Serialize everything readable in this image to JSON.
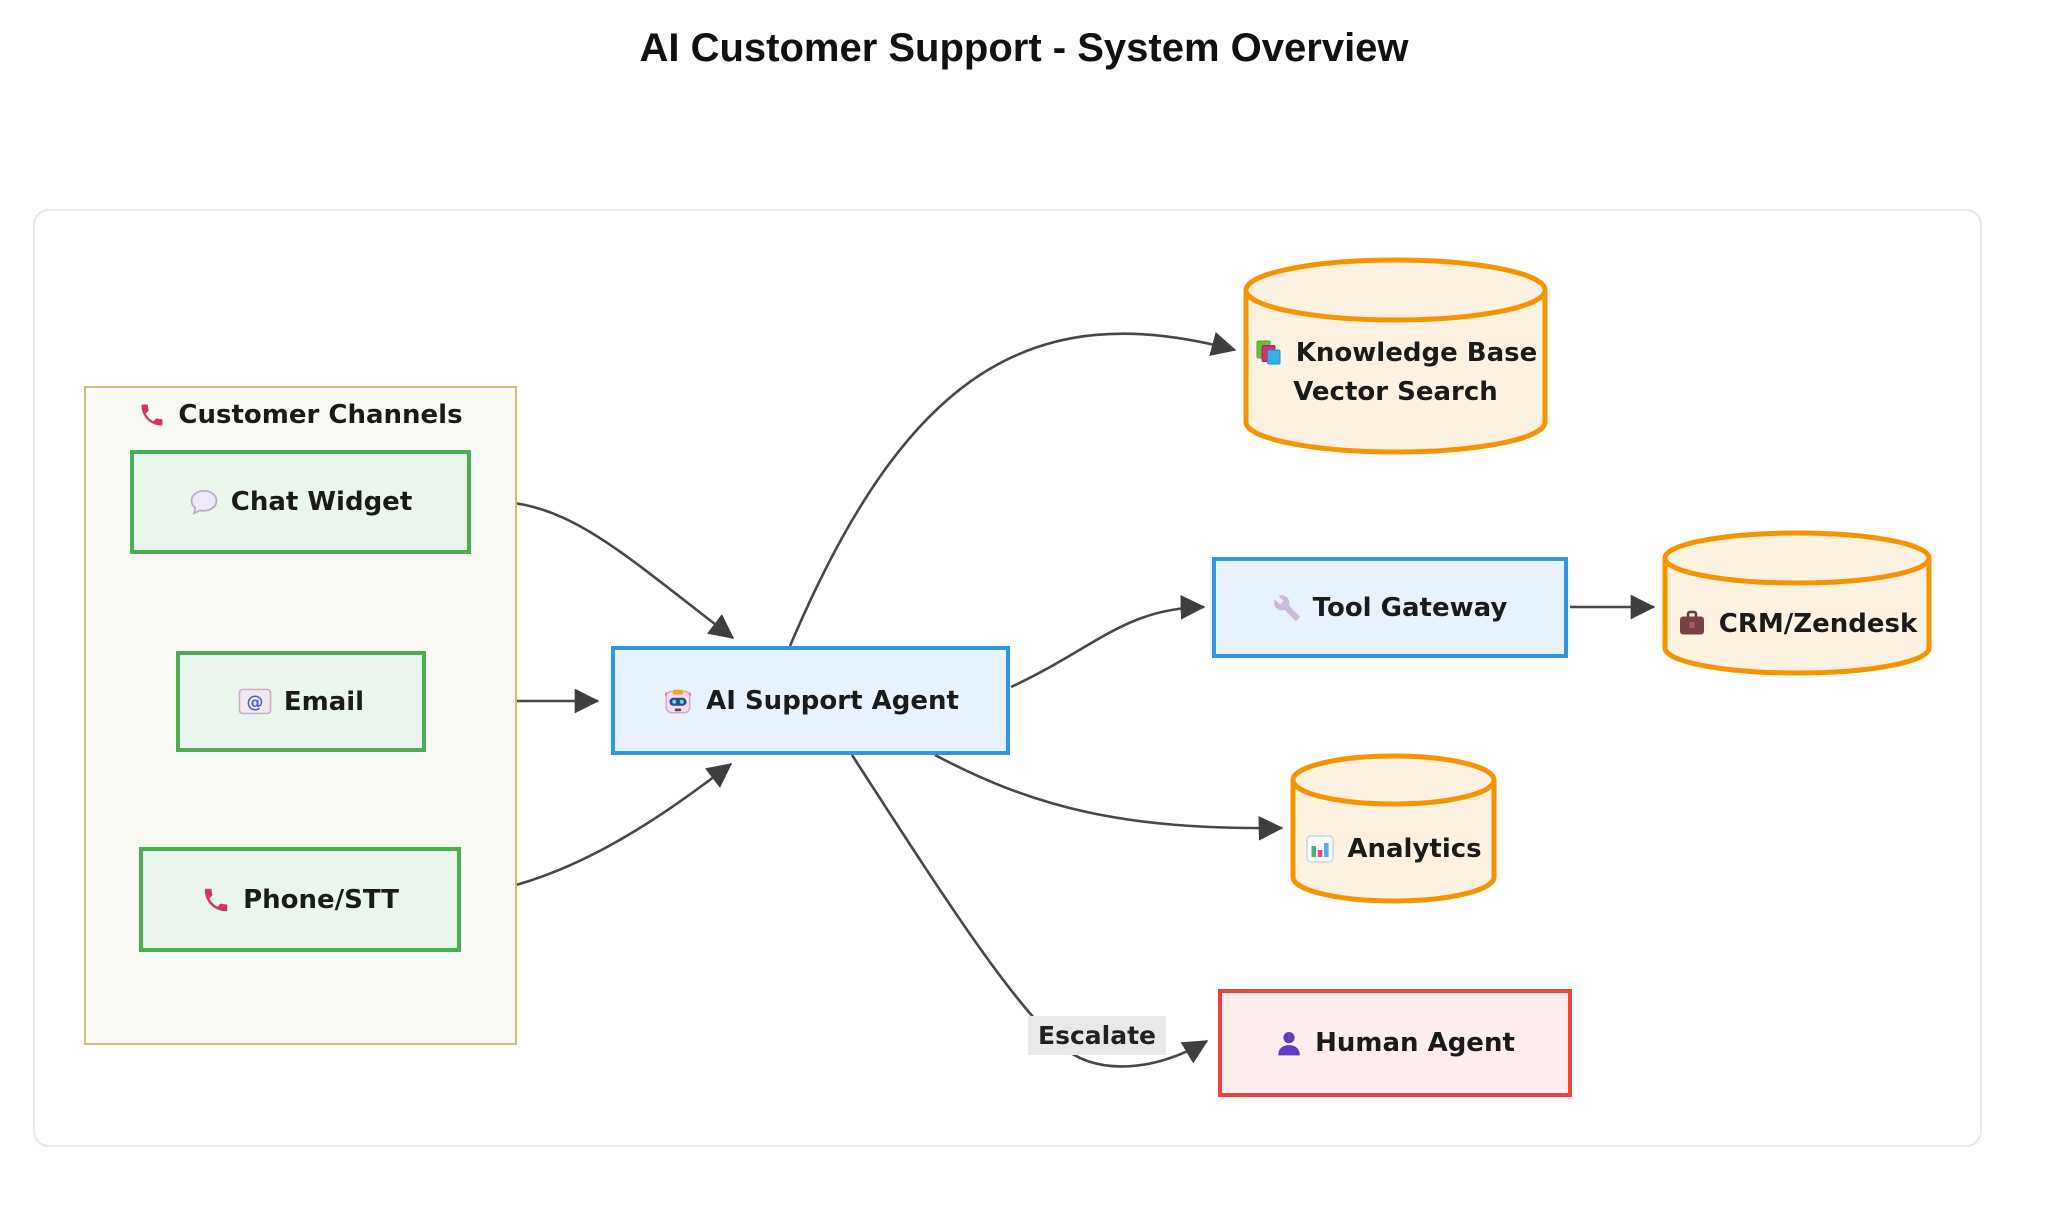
{
  "title": "AI Customer Support - System Overview",
  "diagram": {
    "subgraph": {
      "label": "Customer Channels",
      "icon": "phone-icon"
    },
    "nodes": {
      "chat": {
        "label": "Chat Widget",
        "icon": "speech-bubble-icon",
        "shape": "rect",
        "accent": "#4aae52"
      },
      "email": {
        "label": "Email",
        "icon": "email-icon",
        "shape": "rect",
        "accent": "#4aae52"
      },
      "phone": {
        "label": "Phone/STT",
        "icon": "phone-icon",
        "shape": "rect",
        "accent": "#4aae52"
      },
      "agent": {
        "label": "AI Support Agent",
        "icon": "robot-icon",
        "shape": "rect",
        "accent": "#2e96e4"
      },
      "kb": {
        "label": "Knowledge Base",
        "label_line2": "Vector Search",
        "icon": "books-icon",
        "shape": "cylinder",
        "accent": "#f59300"
      },
      "gateway": {
        "label": "Tool Gateway",
        "icon": "wrench-icon",
        "shape": "rect",
        "accent": "#2e96e4"
      },
      "crm": {
        "label": "CRM/Zendesk",
        "icon": "briefcase-icon",
        "shape": "cylinder",
        "accent": "#f59300"
      },
      "analytics": {
        "label": "Analytics",
        "icon": "bar-chart-icon",
        "shape": "cylinder",
        "accent": "#f59300"
      },
      "human": {
        "label": "Human Agent",
        "icon": "person-icon",
        "shape": "rect",
        "accent": "#ee4437"
      }
    },
    "edges": [
      {
        "from": "chat",
        "to": "agent"
      },
      {
        "from": "email",
        "to": "agent"
      },
      {
        "from": "phone",
        "to": "agent"
      },
      {
        "from": "agent",
        "to": "kb"
      },
      {
        "from": "agent",
        "to": "gateway"
      },
      {
        "from": "agent",
        "to": "analytics"
      },
      {
        "from": "agent",
        "to": "human",
        "label": "Escalate"
      },
      {
        "from": "gateway",
        "to": "crm"
      }
    ]
  },
  "colors": {
    "green_fill": "#eaf5ec",
    "green_border": "#4aae52",
    "blue_fill": "#e7f2fc",
    "blue_border": "#2e96e4",
    "orange_fill": "#fdf2e2",
    "orange_border": "#f59300",
    "red_fill": "#fdedee",
    "red_border": "#ee4437",
    "subgraph_fill": "#fafaf4",
    "subgraph_border": "#c8c272",
    "edge": "#474747",
    "edge_label_bg": "#e9e9e9",
    "text": "#1b1b1b"
  }
}
